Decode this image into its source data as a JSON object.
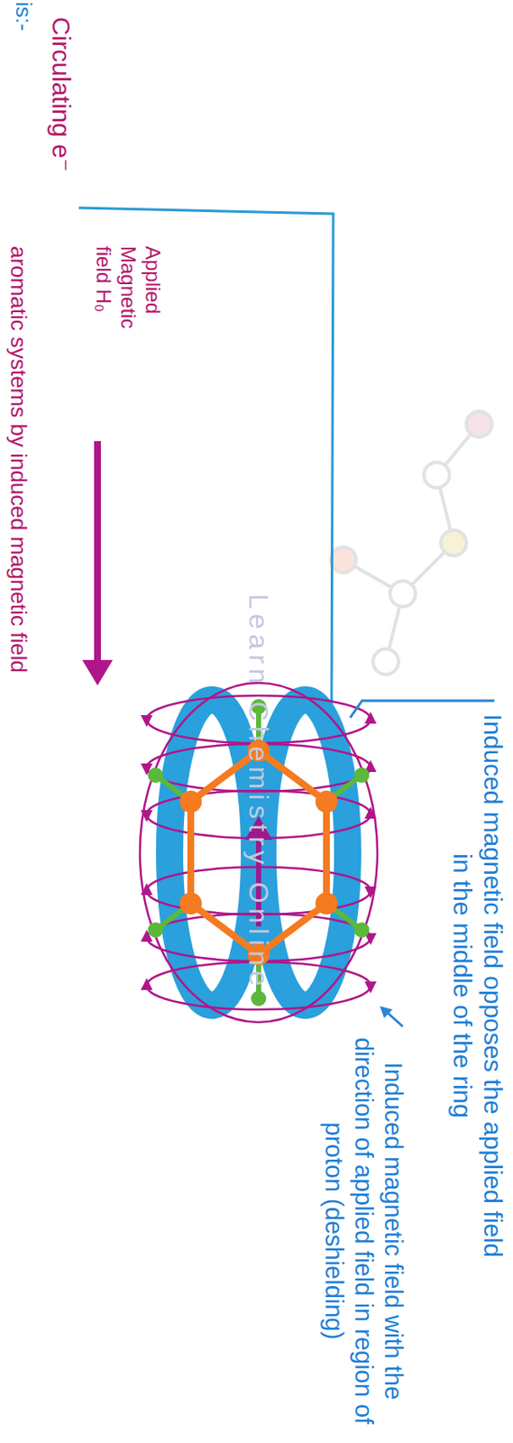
{
  "diagram": {
    "labels": [
      "is:-",
      "Circulating e⁻",
      "Applied Magnetic field H₀",
      "Learn Chemistry Online",
      "Induced magnetic field opposes the applied field in the middle of the ring",
      "Induced magnetic field with the direction of applied field in region of proton (deshielding)",
      "aromatic systems by induced magnetic field"
    ]
  }
}
